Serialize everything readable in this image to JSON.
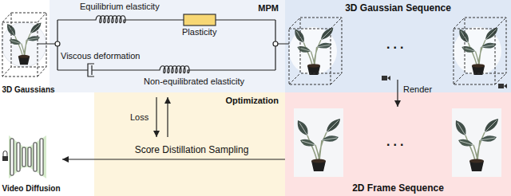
{
  "diagram": {
    "nodes": [
      {
        "text": [
          "3D Gaussians"
        ]
      },
      {
        "text": [
          "MPM"
        ]
      },
      {
        "text": [
          "Optimization"
        ]
      },
      {
        "text": [
          "3D Gaussian Sequence"
        ]
      },
      {
        "text": [
          "2D Frame Sequence"
        ]
      },
      {
        "text": [
          "Video Diffusion"
        ]
      }
    ],
    "edges": [
      {
        "from": 4,
        "to": 5,
        "label": "Score Distillation Sampling",
        "arrow": "to"
      }
    ],
    "labels": [
      "Equilibrium elasticity",
      "Plasticity",
      "Viscous deformation",
      "Non-equilibrated elasticity",
      "Loss",
      "Render",
      "...",
      "..."
    ]
  }
}
